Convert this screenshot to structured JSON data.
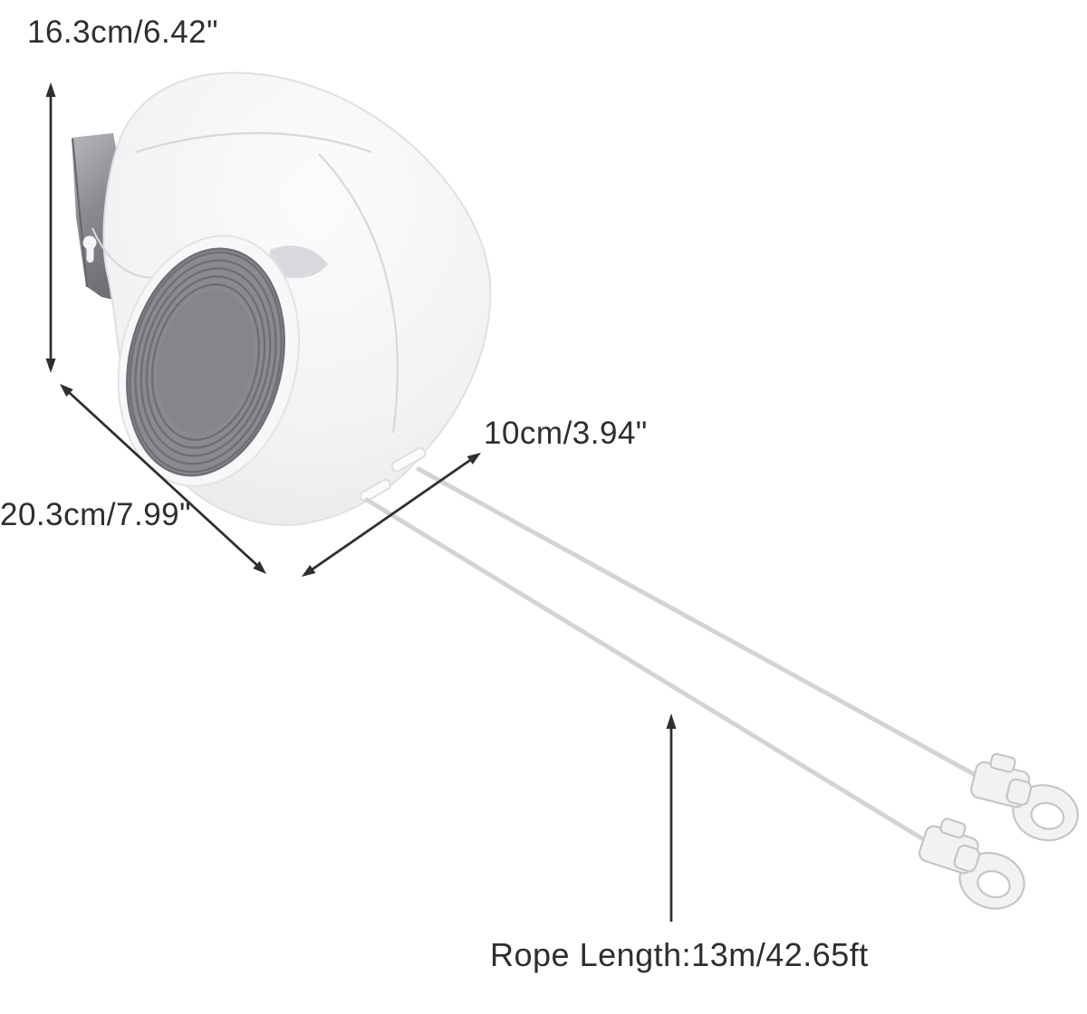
{
  "page": {
    "title": "Retractable clothesline product dimension diagram"
  },
  "product": {
    "name": "wall-mounted retractable double clothesline reel",
    "parts": [
      "wall-bracket",
      "reel-case",
      "spiral-disc",
      "clothesline-ropes",
      "line-hooks"
    ]
  },
  "annotations": {
    "height_label": "16.3cm/6.42\"",
    "width_label": "20.3cm/7.99\"",
    "depth_label": "10cm/3.94\"",
    "rope_label": "Rope Length:13m/42.65ft"
  },
  "colors": {
    "bg": "#ffffff",
    "text": "#2e2e2e",
    "arrow": "#2f2f2f",
    "body_edge": "#e0e0e4",
    "seam": "#d8d8dc",
    "rim": "#f7f7f9",
    "disc": "#8a8b90",
    "disc_ring": "#696a6f",
    "disc_inner": "#85868b",
    "rope": "#d4d4d7",
    "hook": "#f2f2f4",
    "hook_edge": "#c6c6c9"
  }
}
